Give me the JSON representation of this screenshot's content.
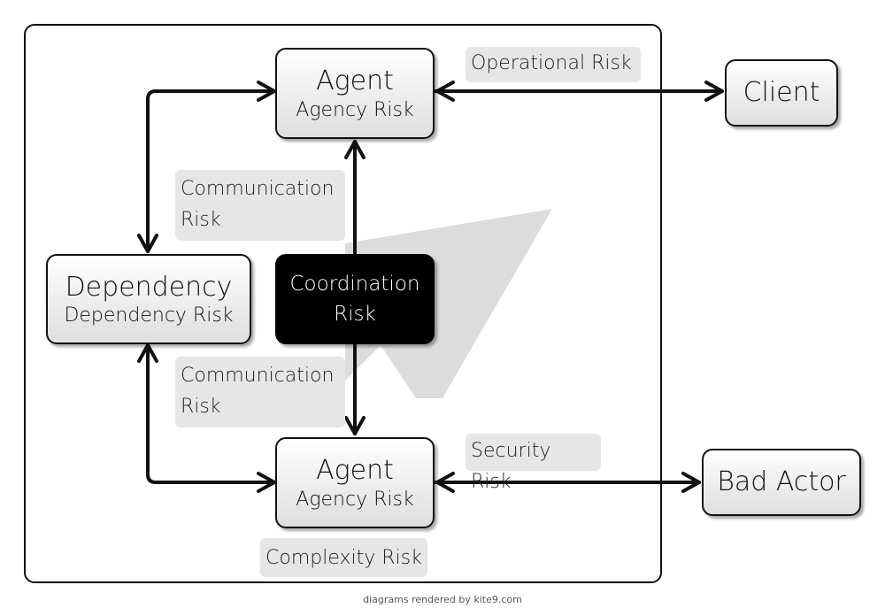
{
  "nodes": {
    "agent_top": {
      "title": "Agent",
      "subtitle": "Agency Risk"
    },
    "client": {
      "title": "Client"
    },
    "dependency": {
      "title": "Dependency",
      "subtitle": "Dependency Risk"
    },
    "coordination": {
      "text_line1": "Coordination",
      "text_line2": "Risk"
    },
    "agent_bottom": {
      "title": "Agent",
      "subtitle": "Agency Risk"
    },
    "bad_actor": {
      "title": "Bad Actor"
    }
  },
  "labels": {
    "operational_risk": "Operational Risk",
    "communication_risk_top_line1": "Communication",
    "communication_risk_top_line2": "Risk",
    "communication_risk_bottom_line1": "Communication",
    "communication_risk_bottom_line2": "Risk",
    "security_risk": "Security Risk",
    "complexity_risk": "Complexity Risk"
  },
  "footer": "diagrams rendered by kite9.com",
  "colors": {
    "watermark": "#dcdcdc",
    "label_bg": "#e6e6e6",
    "coordination_bg": "#000000"
  }
}
